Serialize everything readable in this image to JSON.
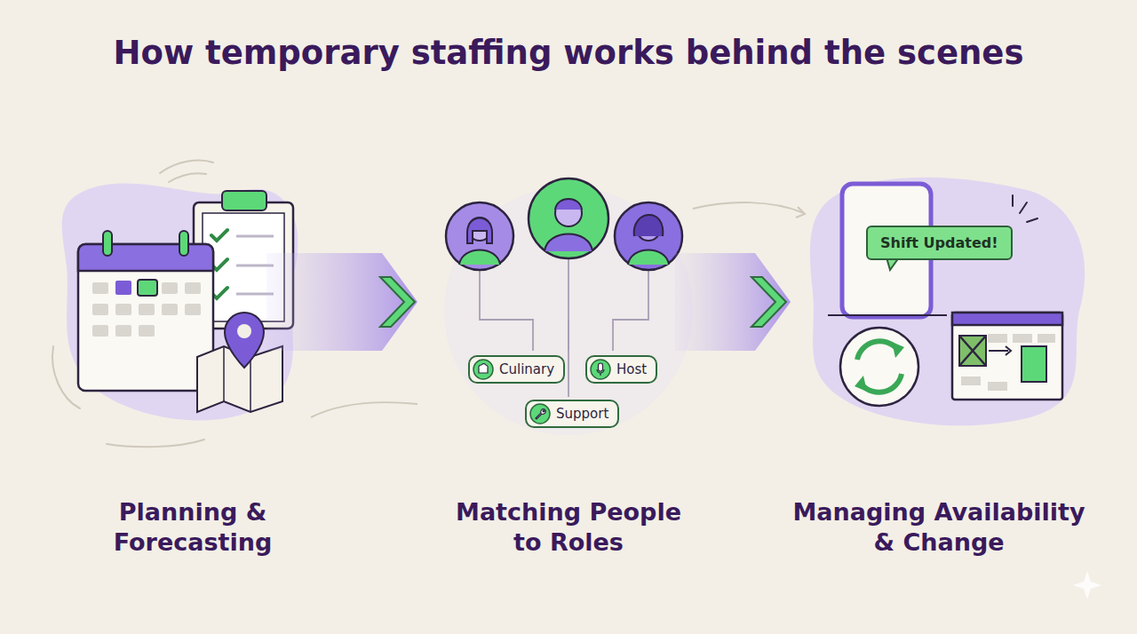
{
  "diagram": {
    "title": "How temporary staffing works behind the scenes",
    "nodes": [
      {
        "text": [
          "Culinary"
        ]
      },
      {
        "text": [
          "Host"
        ]
      },
      {
        "text": [
          "Support"
        ]
      },
      {
        "text": [
          "Shift Updated!"
        ]
      }
    ],
    "labels": [
      "Planning & Forecasting",
      "Matching People to Roles",
      "Managing Availability & Change"
    ]
  }
}
